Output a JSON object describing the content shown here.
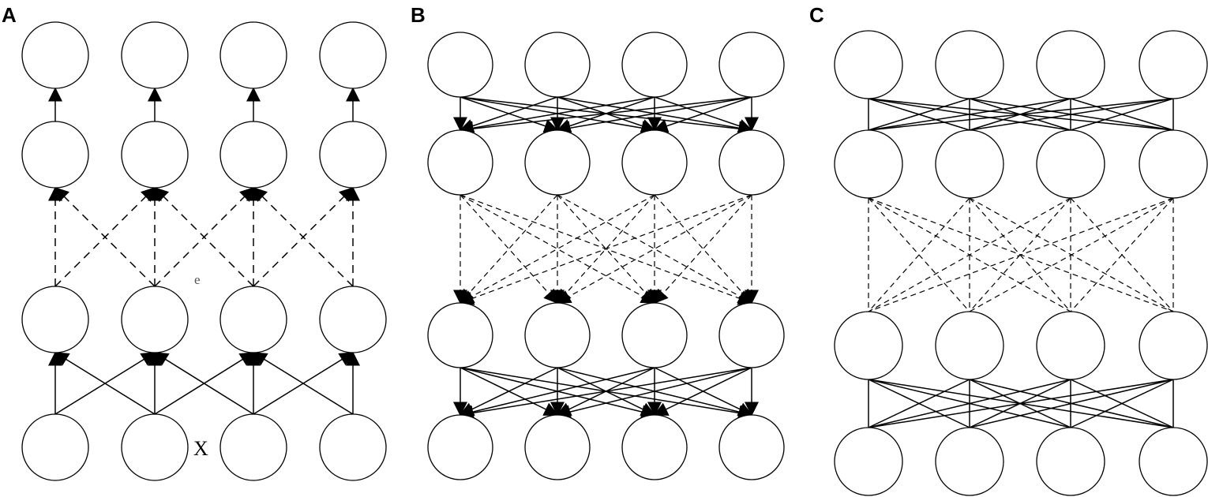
{
  "panels": [
    {
      "id": "A",
      "label": "A",
      "node_annotations": [
        {
          "text": "e",
          "size": "small"
        },
        {
          "text": "X",
          "size": "large"
        }
      ],
      "layers": 4,
      "nodes_per_layer": 4,
      "connections": [
        {
          "from_layer": 4,
          "to_layer": 3,
          "style": "solid",
          "arrows": true,
          "pattern": "neighbors"
        },
        {
          "from_layer": 3,
          "to_layer": 2,
          "style": "dashed",
          "arrows": true,
          "pattern": "neighbors"
        },
        {
          "from_layer": 2,
          "to_layer": 1,
          "style": "solid",
          "arrows": true,
          "pattern": "straight"
        }
      ]
    },
    {
      "id": "B",
      "label": "B",
      "node_annotations": [],
      "layers": 4,
      "nodes_per_layer": 4,
      "connections": [
        {
          "from_layer": 1,
          "to_layer": 2,
          "style": "solid",
          "arrows": true,
          "pattern": "full"
        },
        {
          "from_layer": 2,
          "to_layer": 3,
          "style": "dashed",
          "arrows": true,
          "pattern": "full"
        },
        {
          "from_layer": 3,
          "to_layer": 4,
          "style": "solid",
          "arrows": true,
          "pattern": "full"
        }
      ]
    },
    {
      "id": "C",
      "label": "C",
      "node_annotations": [],
      "layers": 4,
      "nodes_per_layer": 4,
      "connections": [
        {
          "from_layer": 1,
          "to_layer": 2,
          "style": "solid",
          "arrows": false,
          "pattern": "full"
        },
        {
          "from_layer": 2,
          "to_layer": 3,
          "style": "dashed",
          "arrows": false,
          "pattern": "full"
        },
        {
          "from_layer": 3,
          "to_layer": 4,
          "style": "solid",
          "arrows": false,
          "pattern": "full"
        }
      ]
    }
  ]
}
